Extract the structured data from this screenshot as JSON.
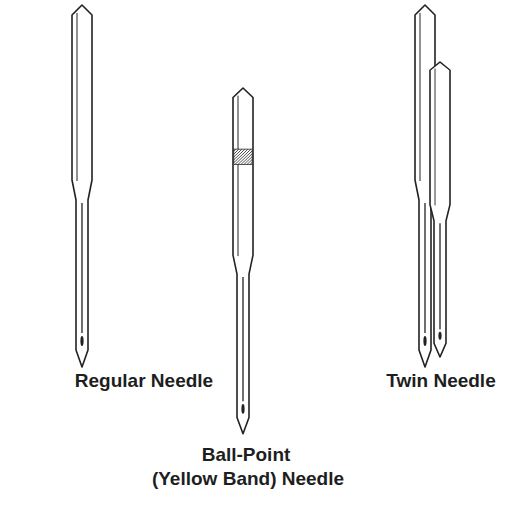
{
  "diagram": {
    "labels": [
      "Regular Needle",
      "Ball-Point",
      "(Yellow Band) Needle",
      "Twin Needle"
    ]
  }
}
